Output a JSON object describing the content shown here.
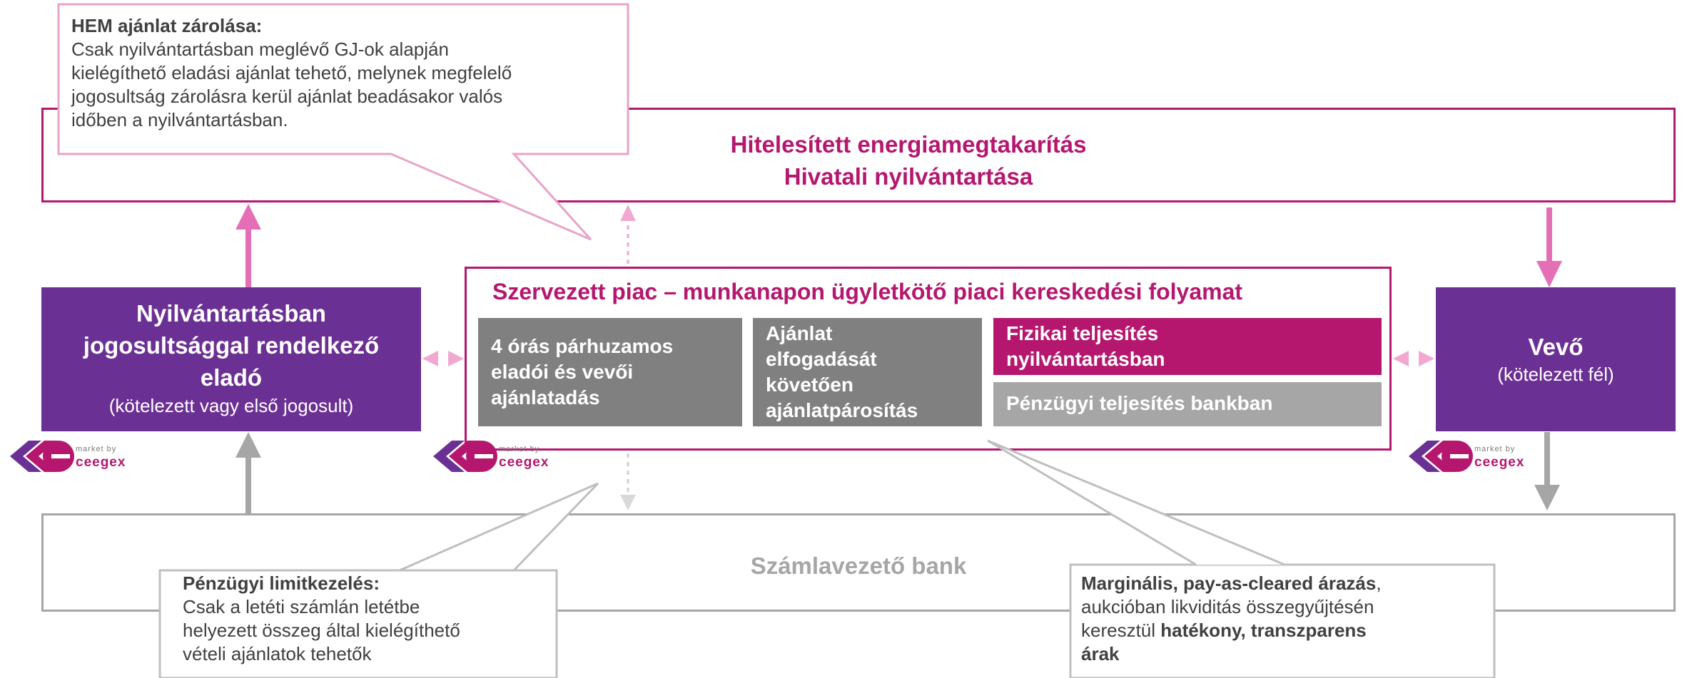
{
  "register": {
    "title_line1": "Hitelesített energiamegtakarítás",
    "title_line2": "Hivatali nyilvántartása"
  },
  "bank": {
    "title": "Számlavezető bank"
  },
  "seller": {
    "title_line1": "Nyilvántartásban",
    "title_line2": "jogosultsággal rendelkező",
    "title_line3": "eladó",
    "subtitle": "(kötelezett vagy első jogosult)"
  },
  "buyer": {
    "title": "Vevő",
    "subtitle": "(kötelezett fél)"
  },
  "market": {
    "title": "Szervezett piac – munkanapon ügyletkötő piaci kereskedési folyamat",
    "step1": [
      "4 órás párhuzamos",
      "eladói és vevői",
      "ajánlatadás"
    ],
    "step2": [
      "Ajánlat",
      "elfogadását",
      "követően",
      "ajánlatpárosítás"
    ],
    "step3a": [
      "Fizikai teljesítés",
      "nyilvántartásban"
    ],
    "step3b": "Pénzügyi teljesítés bankban"
  },
  "callouts": {
    "hem": {
      "heading": "HEM ajánlat zárolása:",
      "lines": [
        "Csak nyilvántartásban meglévő GJ-ok alapján",
        "kielégíthető eladási ajánlat tehető, melynek megfelelő",
        "jogosultság zárolásra kerül ajánlat beadásakor valós",
        "időben a nyilvántartásban."
      ]
    },
    "financial": {
      "heading": "Pénzügyi limitkezelés:",
      "lines": [
        "Csak a letéti számlán letétbe",
        "helyezett összeg által kielégíthető",
        "vételi ajánlatok tehetők"
      ]
    },
    "marginal": {
      "l1_bold": "Marginális, pay-as-cleared árazás",
      "l1_rest": ",",
      "l2": "aukcióban likviditás összegyűjtésén",
      "l3_plain": "keresztül ",
      "l3_bold": "hatékony, transzparens",
      "l4_bold": "árak"
    }
  },
  "logo": {
    "small_text": "market by",
    "brand": "ceegex"
  },
  "colors": {
    "magenta": "#b5176f",
    "purple": "#6b3093",
    "pink_arrow": "#e56fb6",
    "gray_dark": "#808080",
    "gray_light": "#a6a6a6",
    "callout_border": "#e8a3c9"
  }
}
